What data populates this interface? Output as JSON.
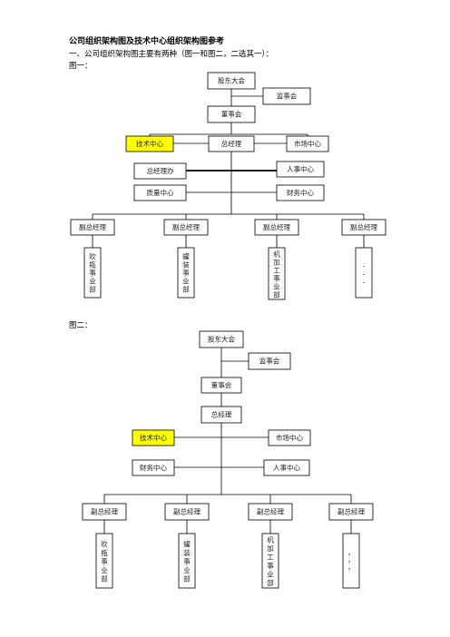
{
  "header": {
    "title": "公司组织架构图及技术中心组织架构图参考",
    "subtitle": "一、公司组织架构图主要有两种（图一和图二，二选其一）："
  },
  "colors": {
    "highlight": "#ffff00",
    "line": "#000000"
  },
  "figure1": {
    "label": "图一：",
    "shareholders": "股东大会",
    "supervisors": "监事会",
    "board": "董事会",
    "tech_center": "技术中心",
    "gm": "总经理",
    "market_center": "市场中心",
    "gm_office": "总经理办",
    "hr_center": "人事中心",
    "quality_center": "质量中心",
    "finance_center": "财务中心",
    "vgm": [
      "副总经理",
      "副总经理",
      "副总经理",
      "副总经理"
    ],
    "divisions": [
      [
        "吹",
        "瓶",
        "事",
        "业",
        "部"
      ],
      [
        "罐",
        "装",
        "事",
        "业",
        "部"
      ],
      [
        "机",
        "加",
        "工",
        "事",
        "业",
        "部"
      ],
      [
        "-",
        "-",
        "-"
      ]
    ]
  },
  "figure2": {
    "label": "图二：",
    "shareholders": "股东大会",
    "supervisors": "监事会",
    "board": "董事会",
    "gm": "总经理",
    "tech_center": "技术中心",
    "market_center": "市场中心",
    "finance_center": "财务中心",
    "hr_center": "人事中心",
    "vgm": [
      "副总经理",
      "副总经理",
      "副总经理",
      "副总经理"
    ],
    "divisions": [
      [
        "吹",
        "瓶",
        "事",
        "业",
        "部"
      ],
      [
        "罐",
        "装",
        "事",
        "业",
        "部"
      ],
      [
        "机",
        "加",
        "工",
        "事",
        "业",
        "部"
      ],
      [
        "，",
        "，",
        "，"
      ]
    ]
  }
}
